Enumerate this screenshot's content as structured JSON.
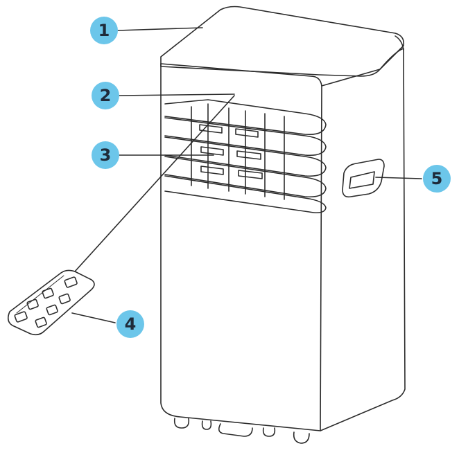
{
  "callouts": [
    {
      "id": "1",
      "label": "1"
    },
    {
      "id": "2",
      "label": "2"
    },
    {
      "id": "3",
      "label": "3"
    },
    {
      "id": "4",
      "label": "4"
    },
    {
      "id": "5",
      "label": "5"
    }
  ],
  "colors": {
    "callout_fill": "#6cc6ea",
    "callout_text": "#1f2b3a",
    "line_art": "#2b2b2b"
  }
}
